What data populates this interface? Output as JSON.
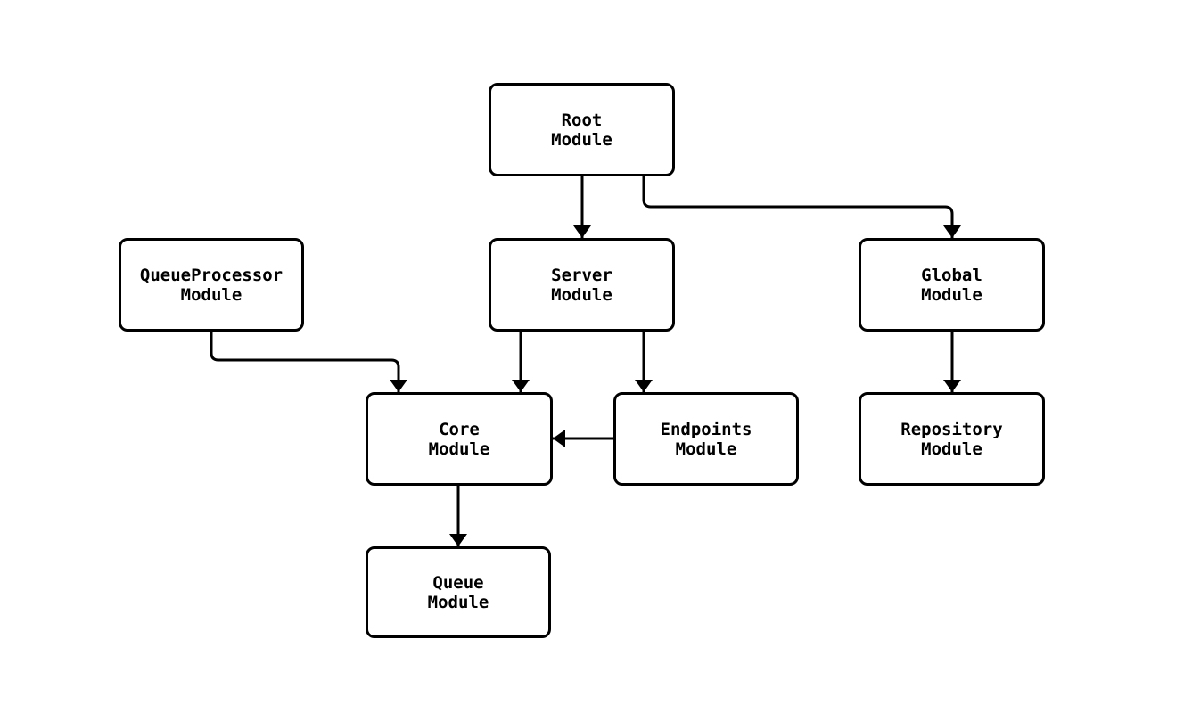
{
  "diagram": {
    "title": "",
    "colors": {
      "background": "#ffffff",
      "node_fill": "#ffffff",
      "stroke": "#000000",
      "text": "#000000"
    },
    "nodes": [
      {
        "id": "root",
        "line1": "Root",
        "line2": "Module"
      },
      {
        "id": "queueprocessor",
        "line1": "QueueProcessor",
        "line2": "Module"
      },
      {
        "id": "server",
        "line1": "Server",
        "line2": "Module"
      },
      {
        "id": "global",
        "line1": "Global",
        "line2": "Module"
      },
      {
        "id": "core",
        "line1": "Core",
        "line2": "Module"
      },
      {
        "id": "endpoints",
        "line1": "Endpoints",
        "line2": "Module"
      },
      {
        "id": "repository",
        "line1": "Repository",
        "line2": "Module"
      },
      {
        "id": "queue",
        "line1": "Queue",
        "line2": "Module"
      }
    ],
    "edges": [
      {
        "from": "root",
        "to": "server"
      },
      {
        "from": "root",
        "to": "global"
      },
      {
        "from": "queueprocessor",
        "to": "core"
      },
      {
        "from": "server",
        "to": "core"
      },
      {
        "from": "server",
        "to": "endpoints"
      },
      {
        "from": "endpoints",
        "to": "core"
      },
      {
        "from": "global",
        "to": "repository"
      },
      {
        "from": "core",
        "to": "queue"
      }
    ]
  }
}
